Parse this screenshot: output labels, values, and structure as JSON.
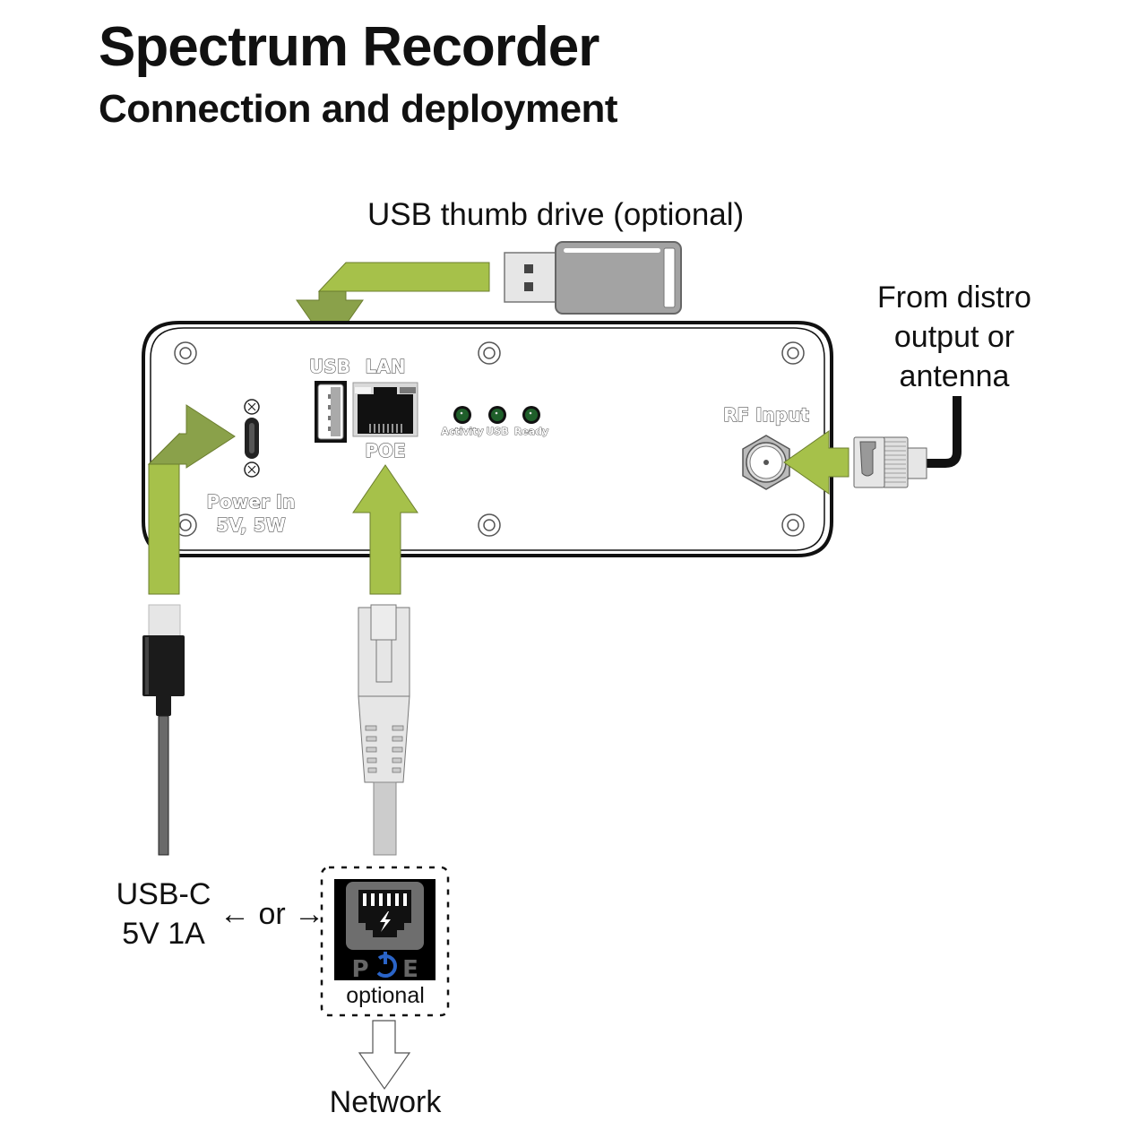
{
  "header": {
    "title": "Spectrum Recorder",
    "subtitle": "Connection and deployment"
  },
  "callouts": {
    "usb_drive": "USB thumb drive (optional)",
    "rf_source_line1": "From distro",
    "rf_source_line2": "output or",
    "rf_source_line3": "antenna",
    "power_line1": "USB-C",
    "power_line2": "5V 1A",
    "or_label": "← or →",
    "optional": "optional",
    "network": "Network"
  },
  "device": {
    "port_labels": {
      "usb": "USB",
      "lan": "LAN",
      "poe": "POE",
      "power_line1": "Power In",
      "power_line2": "5V, 5W",
      "rf_input": "RF Input"
    },
    "leds": [
      {
        "label": "Activity",
        "color": "#1f5f2a"
      },
      {
        "label": "USB",
        "color": "#1f5f2a"
      },
      {
        "label": "Ready",
        "color": "#1f5f2a"
      }
    ]
  },
  "poe_badge": {
    "letters": [
      "P",
      "E"
    ],
    "power_symbol_color": "#2a64c8"
  },
  "colors": {
    "arrow_light": "#a6c14a",
    "arrow_dark": "#8aa14a",
    "device_outline": "#111111"
  }
}
